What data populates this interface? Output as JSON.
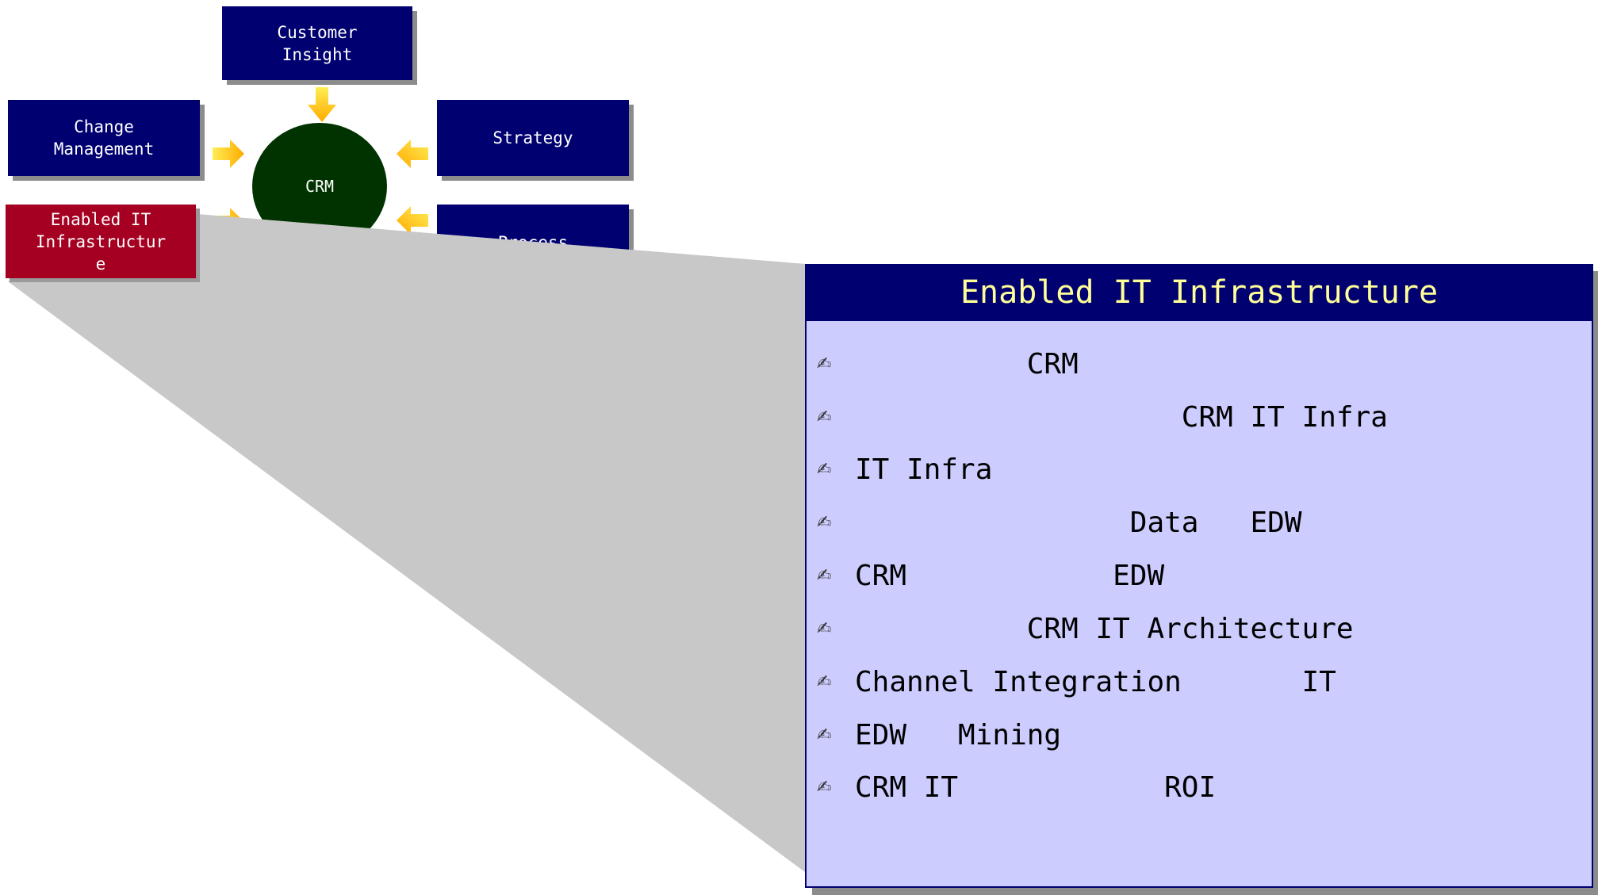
{
  "diagram": {
    "center": {
      "label": "CRM"
    },
    "nodes": [
      {
        "id": "customer-insight",
        "label": "Customer\nInsight"
      },
      {
        "id": "change-management",
        "label": "Change\nManagement"
      },
      {
        "id": "strategy",
        "label": "Strategy"
      },
      {
        "id": "process",
        "label": "Process"
      },
      {
        "id": "enabled-it",
        "label": "Enabled IT\nInfrastructur\ne"
      }
    ]
  },
  "panel": {
    "title": "Enabled IT Infrastructure",
    "bullet_icon": "writing-hand-icon",
    "items": [
      "          CRM",
      "                   CRM IT Infra",
      "IT Infra",
      "                Data   EDW",
      "CRM            EDW",
      "          CRM IT Architecture",
      "Channel Integration       IT",
      "EDW   Mining",
      "CRM IT            ROI"
    ]
  },
  "colors": {
    "navy": "#000070",
    "crimson": "#a50021",
    "dark_green": "#003300",
    "panel_bg": "#ccccff",
    "title_text": "#ffff99",
    "arrow": "#ffcc33",
    "zoom_fill": "#c8c8c8"
  }
}
